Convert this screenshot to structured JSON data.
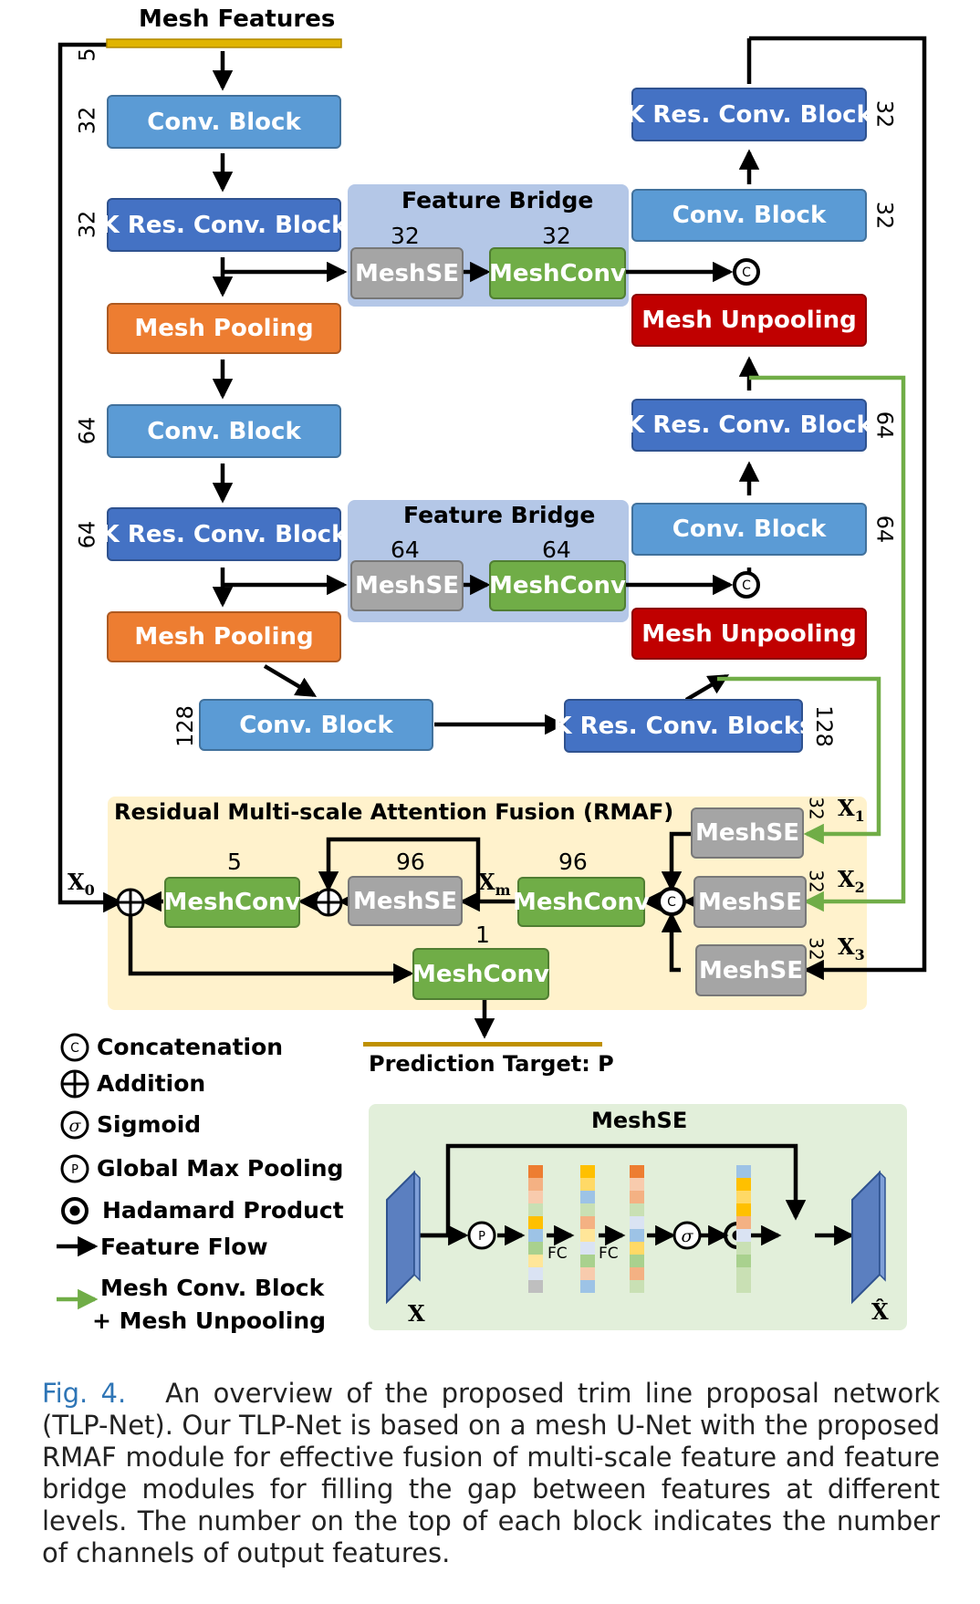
{
  "mesh_features": "Mesh Features",
  "prediction_target": "Prediction Target: P",
  "encoder": {
    "conv1": "Conv. Block",
    "res1": "K Res. Conv. Block",
    "pool1": "Mesh Pooling",
    "conv2": "Conv. Block",
    "res2": "K Res. Conv. Block",
    "pool2": "Mesh Pooling",
    "conv3": "Conv. Block",
    "ch_in": "5",
    "ch_conv1": "32",
    "ch_res1": "32",
    "ch_conv2": "64",
    "ch_res2": "64",
    "ch_conv3": "128"
  },
  "bridges": [
    {
      "title": "Feature Bridge",
      "se": "MeshSE",
      "conv": "MeshConv",
      "ch_se": "32",
      "ch_conv": "32"
    },
    {
      "title": "Feature Bridge",
      "se": "MeshSE",
      "conv": "MeshConv",
      "ch_se": "64",
      "ch_conv": "64"
    }
  ],
  "decoder": {
    "res_top": "K Res. Conv. Block",
    "conv_top": "Conv. Block",
    "unpool1": "Mesh Unpooling",
    "res_mid": "K Res. Conv. Block",
    "conv_mid": "Conv. Block",
    "unpool2": "Mesh Unpooling",
    "res_bottom": "K Res. Conv. Blocks",
    "ch_res_top": "32",
    "ch_conv_top": "32",
    "ch_res_mid": "64",
    "ch_conv_mid": "64",
    "ch_res_bottom": "128"
  },
  "rmaf": {
    "title": "Residual Multi-scale Attention Fusion (RMAF)",
    "se1": "MeshSE",
    "se2": "MeshSE",
    "se3": "MeshSE",
    "conv_main": "MeshConv",
    "se_att": "MeshSE",
    "conv_out": "MeshConv",
    "conv_final": "MeshConv",
    "ch_5": "5",
    "ch_96a": "96",
    "ch_96b": "96",
    "ch_1": "1",
    "ch_x1": "32",
    "ch_x2": "32",
    "ch_x3": "32",
    "x0": "X",
    "x0_sub": "0",
    "xm": "X",
    "xm_sub": "m",
    "x1": "X",
    "x1_sub": "1",
    "x2": "X",
    "x2_sub": "2",
    "x3": "X",
    "x3_sub": "3"
  },
  "legend": [
    {
      "symbol": "C",
      "label": "Concatenation"
    },
    {
      "symbol": "+",
      "label": "Addition"
    },
    {
      "symbol": "σ",
      "label": "Sigmoid"
    },
    {
      "symbol": "P",
      "label": "Global Max Pooling"
    },
    {
      "symbol": "◉",
      "label": "Hadamard Product"
    },
    {
      "symbol": "→",
      "label": "Feature Flow"
    },
    {
      "symbol": "→",
      "label": "Mesh Conv. Block",
      "label2": "+ Mesh Unpooling"
    }
  ],
  "meshse_detail": {
    "title": "MeshSE",
    "fc1": "FC",
    "fc2": "FC",
    "x_in": "X",
    "x_out": "X̂"
  },
  "caption": {
    "tag": "Fig. 4.",
    "text": "An overview of the proposed trim line proposal network (TLP-Net). Our TLP-Net is based on a mesh U-Net with the proposed RMAF module for effective fusion of multi-scale feature and feature bridge modules for filling the gap between features at different levels. The number on the top of each block indicates the number of channels of output features."
  },
  "colors": {
    "conv_block": "#5b9bd5",
    "res_block": "#4472c4",
    "pooling": "#ed7d31",
    "unpooling": "#c00000",
    "meshse": "#a5a5a5",
    "meshconv": "#70ad47",
    "feature_bridge_bg": "#b4c7e7",
    "rmaf_bg": "#fff2cc",
    "meshse_detail_bg": "#e2efda",
    "green_flow": "#70ad47",
    "mesh_features_bar": "#e0b400"
  }
}
